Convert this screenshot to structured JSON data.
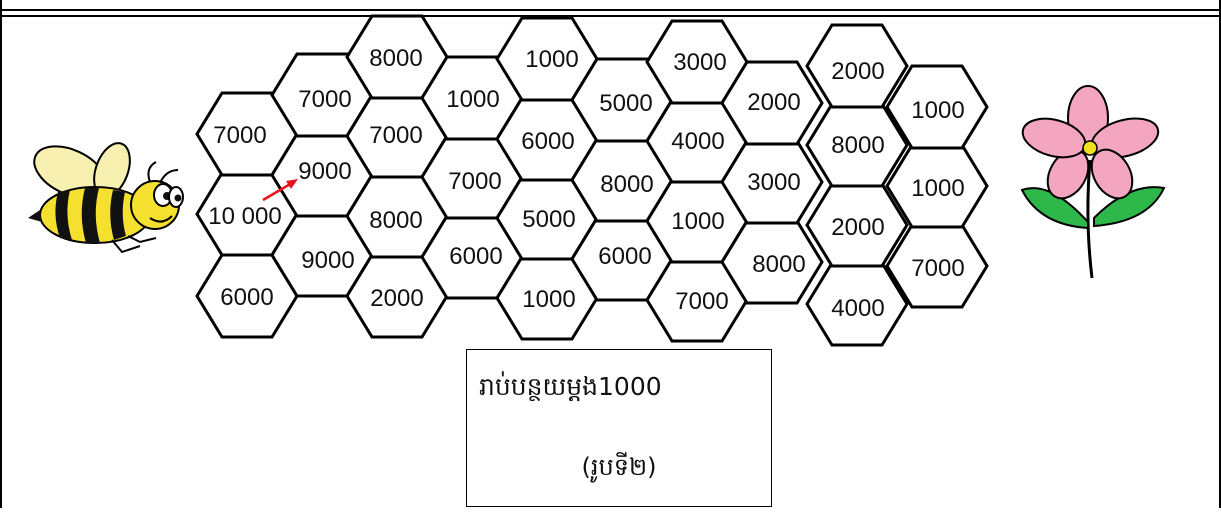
{
  "puzzle": {
    "instruction": "រាប់បន្ថយម្ដង1000",
    "figure_label": "(រូបទី២)",
    "cells": [
      {
        "id": "c1",
        "value": "6000"
      },
      {
        "id": "c2",
        "value": "10 000"
      },
      {
        "id": "c3",
        "value": "7000"
      },
      {
        "id": "c4",
        "value": "9000"
      },
      {
        "id": "c5",
        "value": "9000"
      },
      {
        "id": "c6",
        "value": "7000"
      },
      {
        "id": "c7",
        "value": "2000"
      },
      {
        "id": "c8",
        "value": "8000"
      },
      {
        "id": "c9",
        "value": "7000"
      },
      {
        "id": "c10",
        "value": "8000"
      },
      {
        "id": "c11",
        "value": "6000"
      },
      {
        "id": "c12",
        "value": "7000"
      },
      {
        "id": "c13",
        "value": "1000"
      },
      {
        "id": "c14",
        "value": "1000"
      },
      {
        "id": "c15",
        "value": "5000"
      },
      {
        "id": "c16",
        "value": "6000"
      },
      {
        "id": "c17",
        "value": "1000"
      },
      {
        "id": "c18",
        "value": "6000"
      },
      {
        "id": "c19",
        "value": "8000"
      },
      {
        "id": "c20",
        "value": "5000"
      },
      {
        "id": "c21",
        "value": "7000"
      },
      {
        "id": "c22",
        "value": "1000"
      },
      {
        "id": "c23",
        "value": "4000"
      },
      {
        "id": "c24",
        "value": "3000"
      },
      {
        "id": "c25",
        "value": "8000"
      },
      {
        "id": "c26",
        "value": "3000"
      },
      {
        "id": "c27",
        "value": "2000"
      },
      {
        "id": "c28",
        "value": "4000"
      },
      {
        "id": "c29",
        "value": "2000"
      },
      {
        "id": "c30",
        "value": "8000"
      },
      {
        "id": "c31",
        "value": "2000"
      },
      {
        "id": "c32",
        "value": "7000"
      },
      {
        "id": "c33",
        "value": "1000"
      },
      {
        "id": "c34",
        "value": "1000"
      }
    ],
    "colors": {
      "arrow": "#e8141c",
      "bee_body": "#f5e030",
      "bee_stripe": "#111111",
      "bee_wing": "#f7f0b0",
      "flower_petal": "#f4a6c1",
      "flower_center": "#f0e020",
      "leaf": "#2fb84a"
    }
  }
}
